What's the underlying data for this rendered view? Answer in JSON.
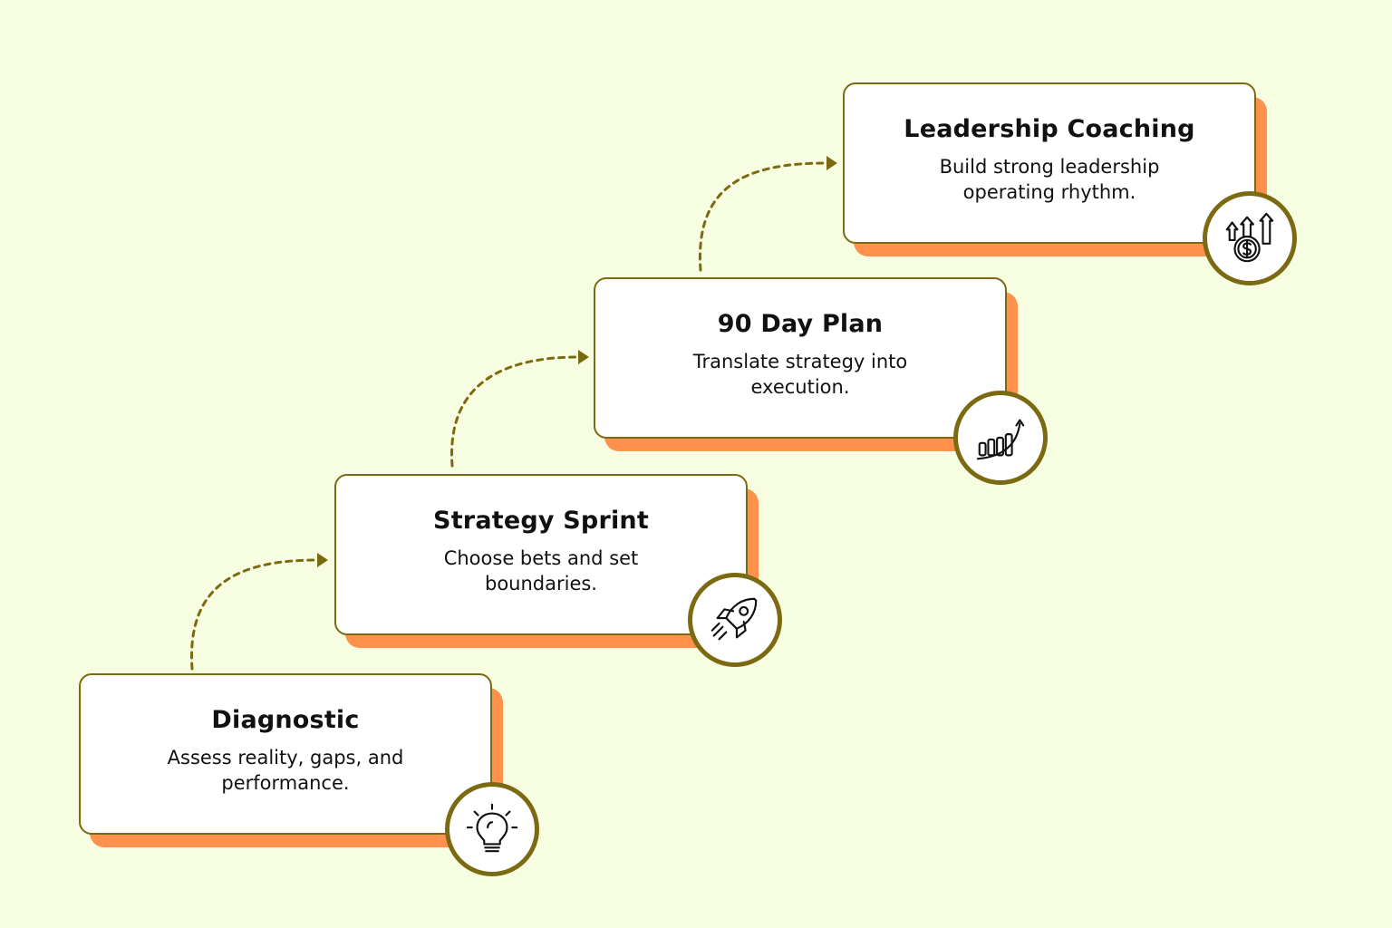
{
  "colors": {
    "background": "#f7fde0",
    "card_border": "#7b6a12",
    "card_shadow": "#ff914d",
    "connector": "#7b6a12"
  },
  "steps": [
    {
      "title": "Diagnostic",
      "description": "Assess reality, gaps, and performance.",
      "icon": "lightbulb-icon"
    },
    {
      "title": "Strategy Sprint",
      "description": "Choose bets and set boundaries.",
      "icon": "rocket-icon"
    },
    {
      "title": "90 Day Plan",
      "description": "Translate strategy into execution.",
      "icon": "growth-chart-icon"
    },
    {
      "title": "Leadership Coaching",
      "description": "Build strong leadership operating rhythm.",
      "icon": "money-growth-icon"
    }
  ]
}
